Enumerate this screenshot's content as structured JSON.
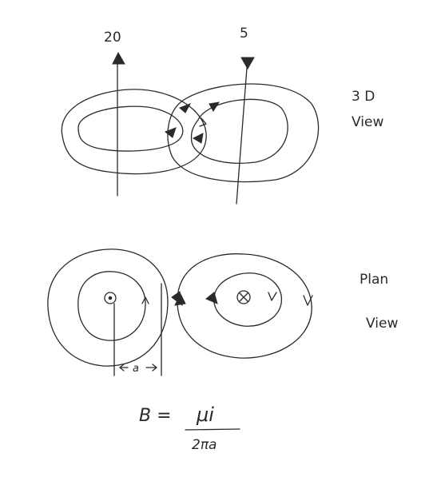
{
  "labels": {
    "current_left": "20",
    "current_right": "5",
    "view_3d_line1": "3 D",
    "view_3d_line2": "View",
    "plan_line1": "Plan",
    "plan_line2": "View",
    "distance": "a"
  },
  "formula": {
    "lhs": "B =",
    "numerator": "μi",
    "denominator": "2πa"
  }
}
